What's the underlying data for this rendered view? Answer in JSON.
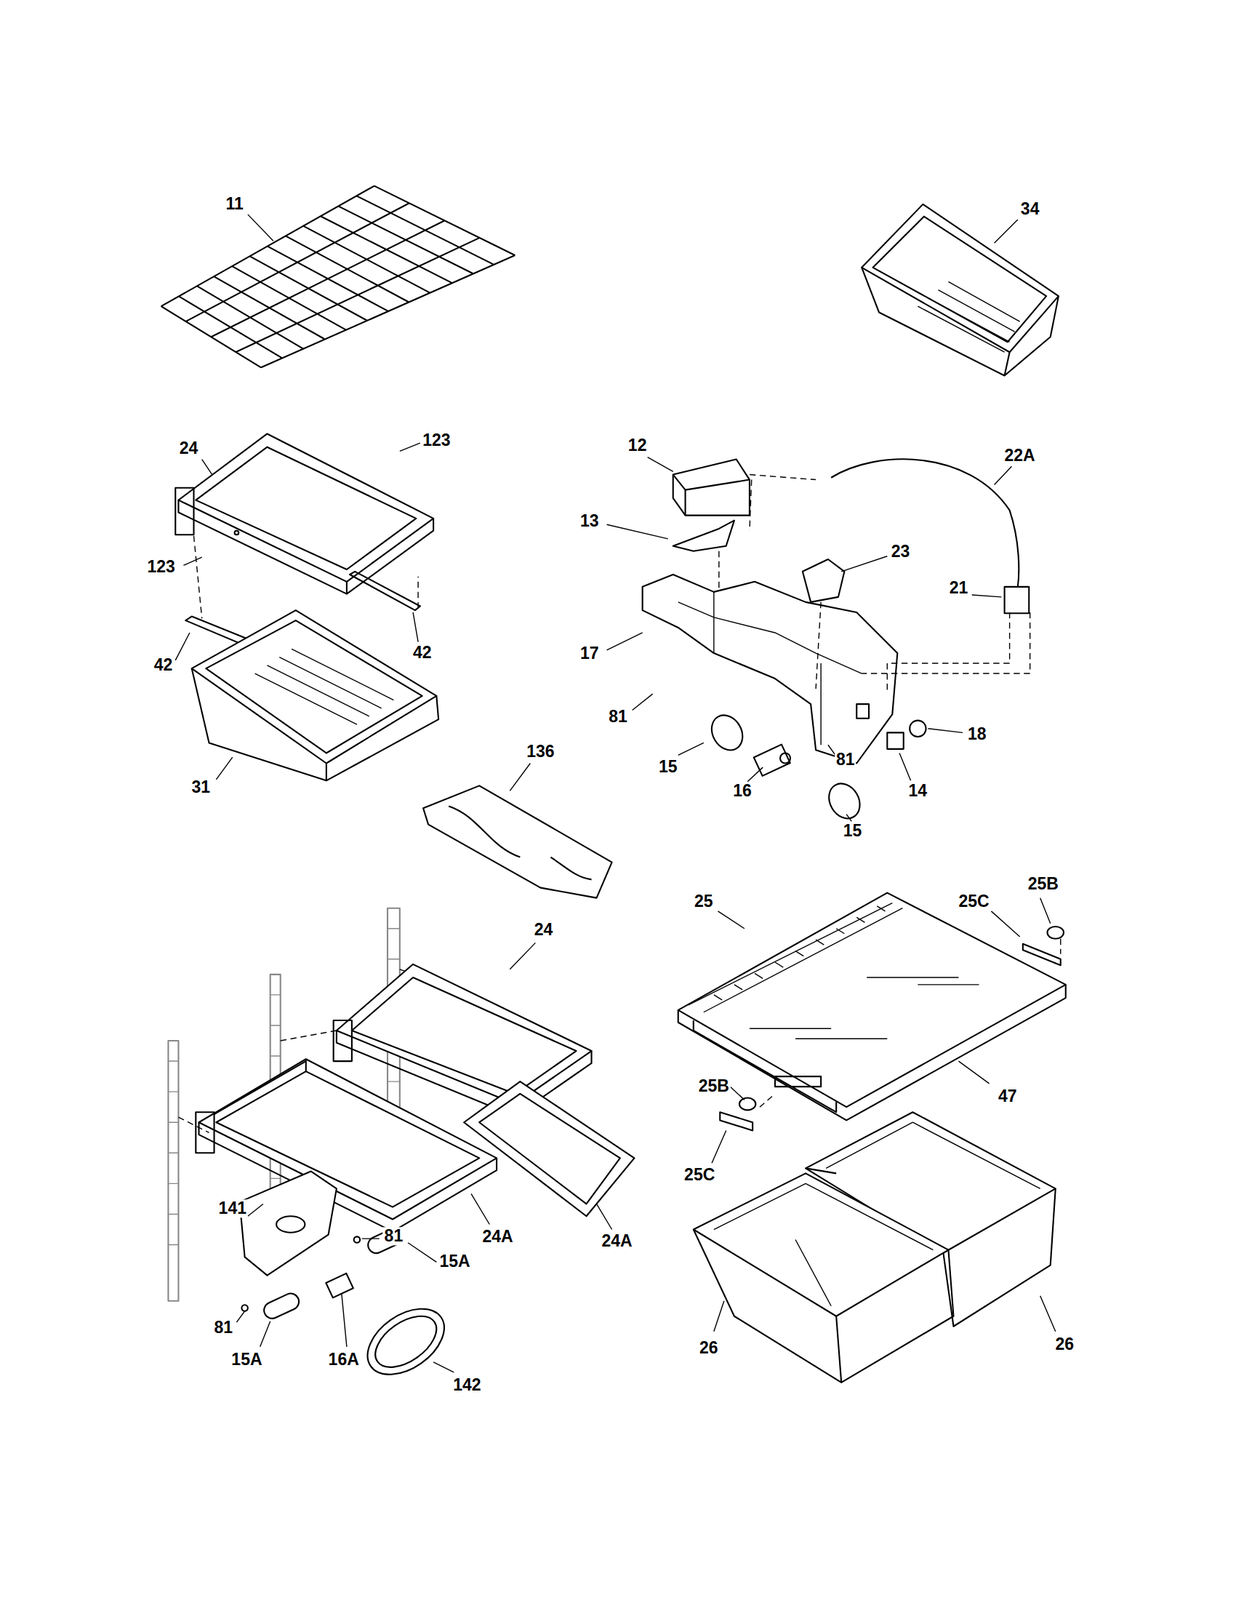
{
  "diagram": {
    "labels": [
      "11",
      "34",
      "24",
      "123",
      "12",
      "22A",
      "123",
      "13",
      "23",
      "21",
      "42",
      "42",
      "17",
      "81",
      "18",
      "31",
      "136",
      "15",
      "16",
      "81",
      "14",
      "15",
      "24",
      "25",
      "25C",
      "25B",
      "47",
      "25B",
      "25C",
      "141",
      "81",
      "24A",
      "24A",
      "15A",
      "81",
      "15A",
      "16A",
      "142",
      "26",
      "26"
    ]
  }
}
